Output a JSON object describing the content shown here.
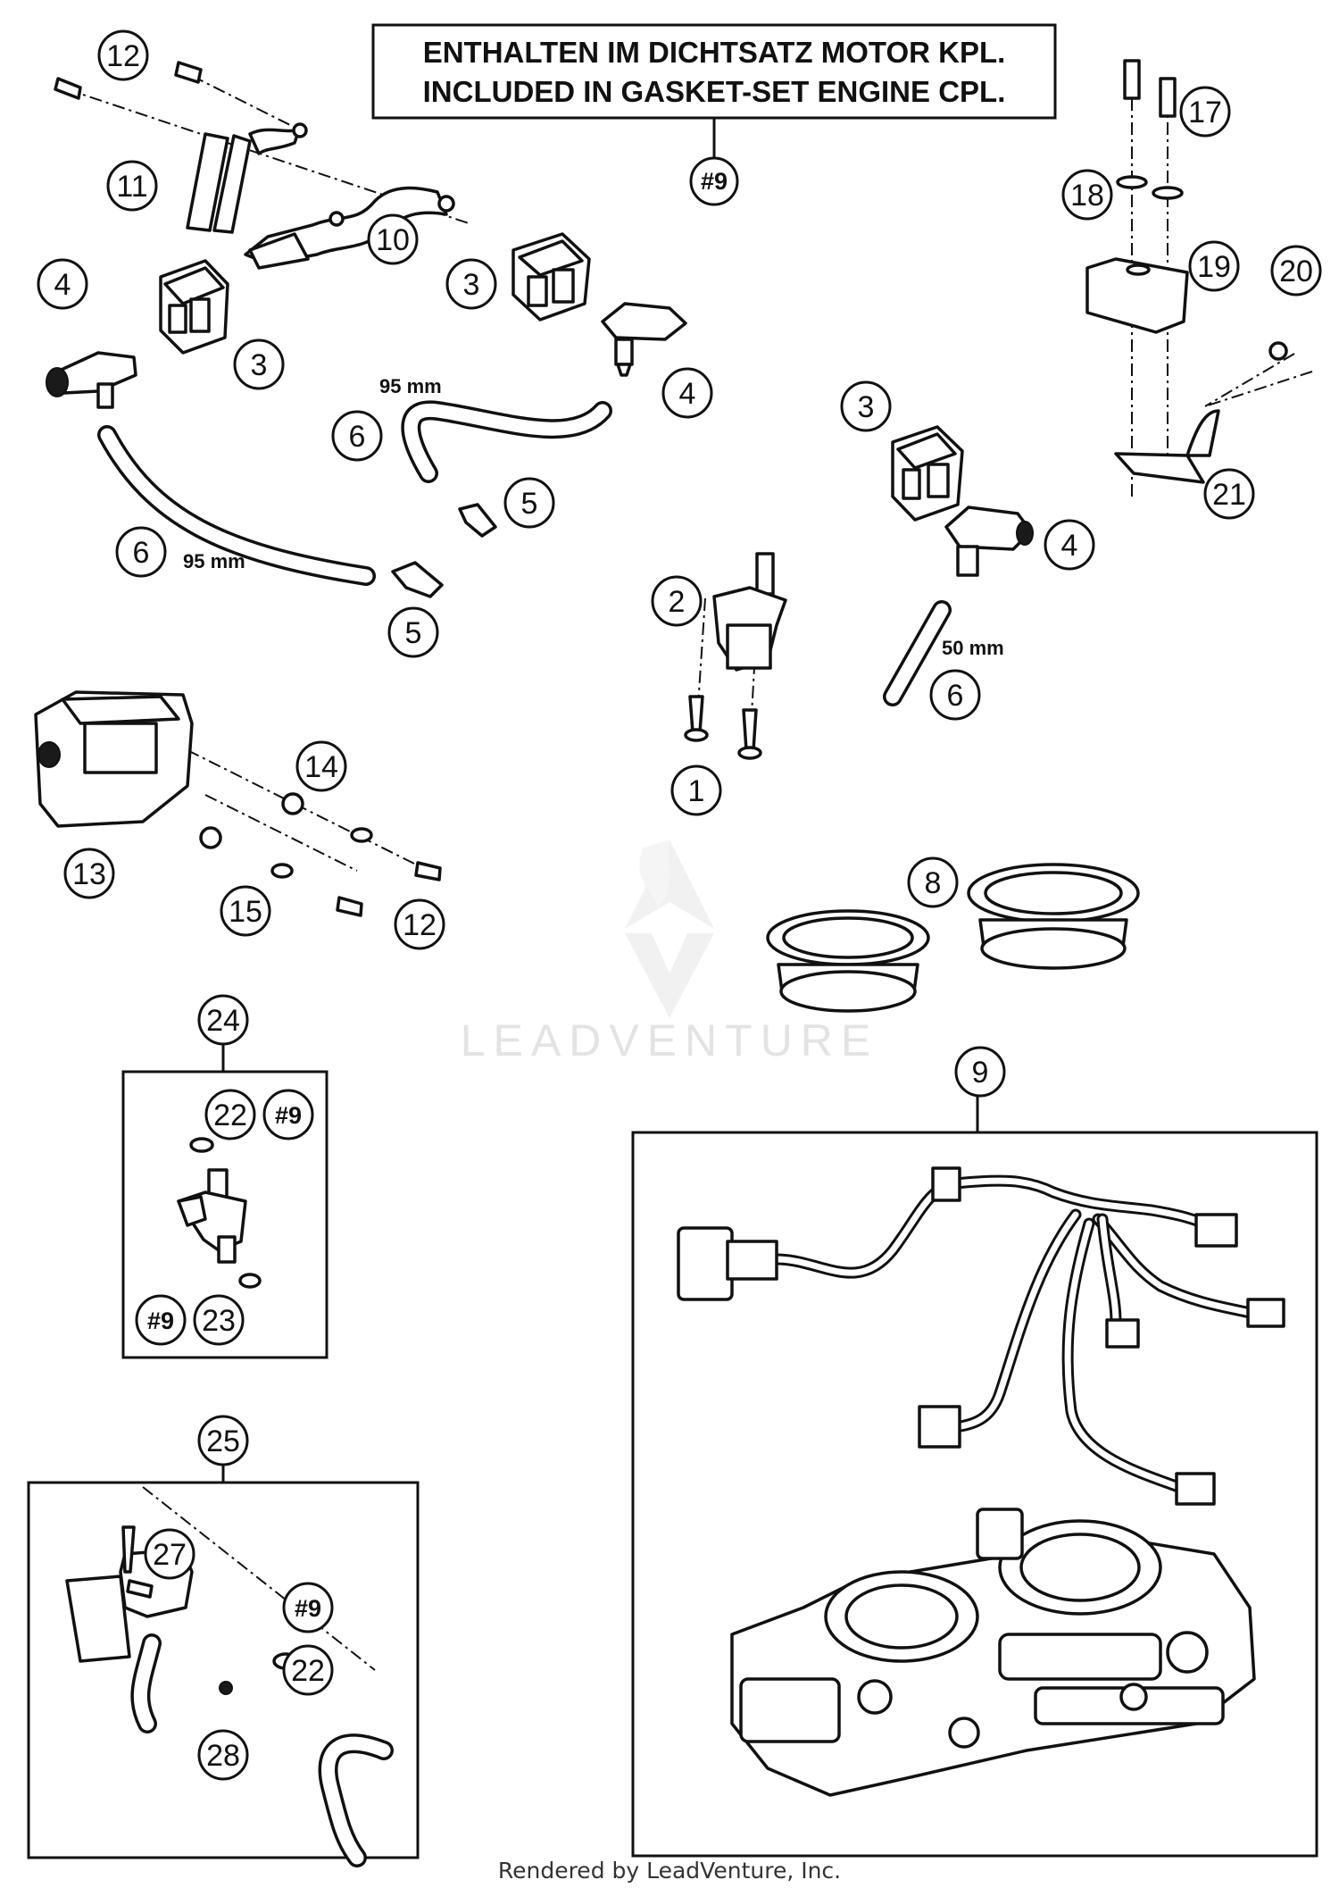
{
  "note_box": {
    "line1": "ENTHALTEN IM DICHTSATZ MOTOR KPL.",
    "line2": "INCLUDED IN GASKET-SET ENGINE CPL.",
    "ref": "#9"
  },
  "callouts": [
    {
      "id": "c12a",
      "label": "12",
      "part": "screw"
    },
    {
      "id": "c11",
      "label": "11",
      "part": "bracket-clip"
    },
    {
      "id": "c10",
      "label": "10",
      "part": "cable-holder-bracket"
    },
    {
      "id": "c3a",
      "label": "3",
      "part": "connector-housing"
    },
    {
      "id": "c3b",
      "label": "3",
      "part": "connector-housing"
    },
    {
      "id": "c3c",
      "label": "3",
      "part": "connector-housing"
    },
    {
      "id": "c4a",
      "label": "4",
      "part": "pressure-sensor"
    },
    {
      "id": "c4b",
      "label": "4",
      "part": "pressure-sensor"
    },
    {
      "id": "c4c",
      "label": "4",
      "part": "pressure-sensor"
    },
    {
      "id": "c6a",
      "label": "6",
      "part": "hose"
    },
    {
      "id": "c6b",
      "label": "6",
      "part": "hose"
    },
    {
      "id": "c6c",
      "label": "6",
      "part": "hose"
    },
    {
      "id": "c5a",
      "label": "5",
      "part": "nozzle"
    },
    {
      "id": "c5b",
      "label": "5",
      "part": "nozzle"
    },
    {
      "id": "c2",
      "label": "2",
      "part": "idle-actuator"
    },
    {
      "id": "c1",
      "label": "1",
      "part": "screw"
    },
    {
      "id": "c17",
      "label": "17",
      "part": "screw"
    },
    {
      "id": "c18",
      "label": "18",
      "part": "washer"
    },
    {
      "id": "c19",
      "label": "19",
      "part": "relay"
    },
    {
      "id": "c20",
      "label": "20",
      "part": "nut"
    },
    {
      "id": "c21",
      "label": "21",
      "part": "holder-bracket"
    },
    {
      "id": "c14",
      "label": "14",
      "part": "rubber-bushing"
    },
    {
      "id": "c13",
      "label": "13",
      "part": "control-unit"
    },
    {
      "id": "c15",
      "label": "15",
      "part": "washer"
    },
    {
      "id": "c12b",
      "label": "12",
      "part": "screw"
    },
    {
      "id": "c8",
      "label": "8",
      "part": "intake-flange"
    },
    {
      "id": "c9",
      "label": "9",
      "part": "throttle-body-assembly"
    },
    {
      "id": "c24",
      "label": "24",
      "part": "injector-kit"
    },
    {
      "id": "c22a",
      "label": "22",
      "part": "o-ring"
    },
    {
      "id": "c9ref-a",
      "label": "#9",
      "part": "gasket-ref"
    },
    {
      "id": "c9ref-b",
      "label": "#9",
      "part": "gasket-ref"
    },
    {
      "id": "c23",
      "label": "23",
      "part": "o-ring"
    },
    {
      "id": "c25",
      "label": "25",
      "part": "valve-kit"
    },
    {
      "id": "c27",
      "label": "27",
      "part": "screw"
    },
    {
      "id": "c9ref-c",
      "label": "#9",
      "part": "gasket-ref"
    },
    {
      "id": "c22b",
      "label": "22",
      "part": "o-ring"
    },
    {
      "id": "c28",
      "label": "28",
      "part": "nut"
    }
  ],
  "dimensions": [
    {
      "id": "dim-a",
      "text": "95 mm"
    },
    {
      "id": "dim-b",
      "text": "95 mm"
    },
    {
      "id": "dim-c",
      "text": "50 mm"
    }
  ],
  "watermark": "LEADVENTURE",
  "footer": "Rendered by LeadVenture, Inc."
}
